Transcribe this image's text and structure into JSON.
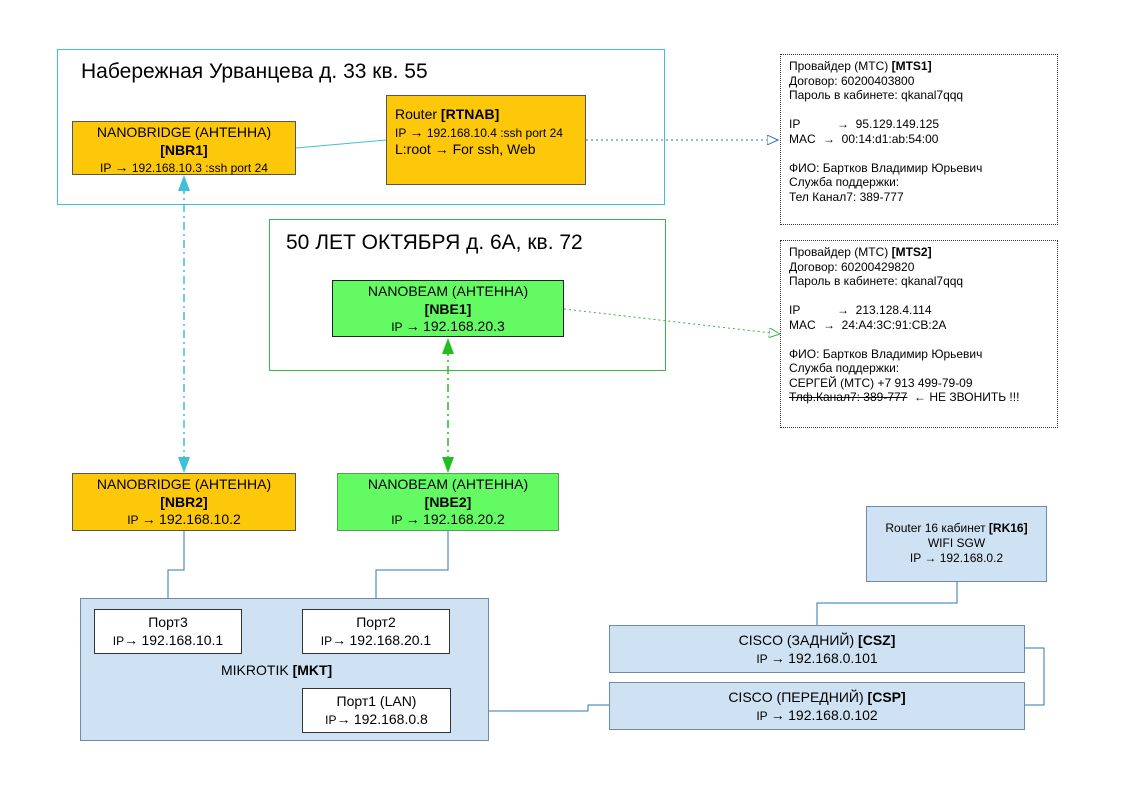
{
  "sites": {
    "urvantseva": {
      "title": "Набережная Урванцева д. 33 кв. 55",
      "border_color": "#3fbfd8"
    },
    "oktyabrya": {
      "title": "50 ЛЕТ ОКТЯБРЯ д. 6А, кв. 72",
      "border_color": "#39b54a"
    }
  },
  "nodes": {
    "nbr1": {
      "title": "NANOBRIDGE (АНТЕННА)",
      "id": "[NBR1]",
      "ip_prefix": "IP",
      "ip": "192.168.10.3 :ssh port 24"
    },
    "rtnab": {
      "title_prefix": "Router ",
      "id": "[RTNAB]",
      "ip_prefix": "IP",
      "ip": "192.168.10.4 :ssh port 24",
      "login_prefix": "L:root",
      "login": "For ssh, Web"
    },
    "nbe1": {
      "title": "NANOBEAM (АНТЕННА)",
      "id": "[NBE1]",
      "ip_prefix": "IP",
      "ip": "192.168.20.3"
    },
    "nbr2": {
      "title": "NANOBRIDGE (АНТЕННА)",
      "id": "[NBR2]",
      "ip_prefix": "IP",
      "ip": "192.168.10.2"
    },
    "nbe2": {
      "title": "NANOBEAM (АНТЕННА)",
      "id": "[NBE2]",
      "ip_prefix": "IP",
      "ip": "192.168.20.2"
    },
    "mikrotik": {
      "label_prefix": "MIKROTIK ",
      "id": "[MKT]",
      "port3": {
        "title": "Порт3",
        "ip_prefix": "IP",
        "ip": "192.168.10.1"
      },
      "port2": {
        "title": "Порт2",
        "ip_prefix": "IP",
        "ip": "192.168.20.1"
      },
      "port1": {
        "title": "Порт1 (LAN)",
        "ip_prefix": "IP",
        "ip": "192.168.0.8"
      }
    },
    "rk16": {
      "title_prefix": "Router 16 кабинет ",
      "id": "[RK16]",
      "subtitle": "WIFI SGW",
      "ip_prefix": "IP",
      "ip": "192.168.0.2"
    },
    "csz": {
      "title_prefix": "CISCO (ЗАДНИЙ) ",
      "id": "[CSZ]",
      "ip_prefix": "IP",
      "ip": "192.168.0.101"
    },
    "csp": {
      "title_prefix": "CISCO (ПЕРЕДНИЙ) ",
      "id": "[CSP]",
      "ip_prefix": "IP",
      "ip": "192.168.0.102"
    }
  },
  "notes": {
    "mts1": {
      "provider_prefix": "Провайдер (МТС) ",
      "provider_id": "[MTS1]",
      "contract": "Договор: 60200403800",
      "password": "Пароль в кабинете: qkanal7qqq",
      "ip_label": "IP",
      "ip": "95.129.149.125",
      "mac_label": "MAC",
      "mac": "00:14:d1:ab:54:00",
      "fio": "ФИО: Бартков Владимир Юрьевич",
      "support": "Служба поддержки:",
      "phone": "Тел Канал7: 389-777"
    },
    "mts2": {
      "provider_prefix": "Провайдер (МТС) ",
      "provider_id": "[MTS2]",
      "contract": "Договор: 60200429820",
      "password": "Пароль в кабинете: qkanal7qqq",
      "ip_label": "IP",
      "ip": "213.128.4.114",
      "mac_label": "MAC",
      "mac": "24:A4:3C:91:CB:2A",
      "fio": "ФИО: Бартков Владимир Юрьевич",
      "support": "Служба поддержки:",
      "phone1": "СЕРГЕЙ (МТС) +7 913 499-79-09",
      "phone2_struck": "Тлф.Канал7: 389-777",
      "phone2_warning": "НЕ ЗВОНИТЬ !!!"
    }
  },
  "glyphs": {
    "right_arrow": "→",
    "left_arrow": "←"
  },
  "colors": {
    "yellow": "#fdc80a",
    "green": "#64fa64",
    "blue": "#cfe2f3",
    "cyan": "#3fbfd8",
    "link_green": "#39b54a",
    "dark_green": "#1fbf1f",
    "link_blue": "#2e75b6"
  }
}
